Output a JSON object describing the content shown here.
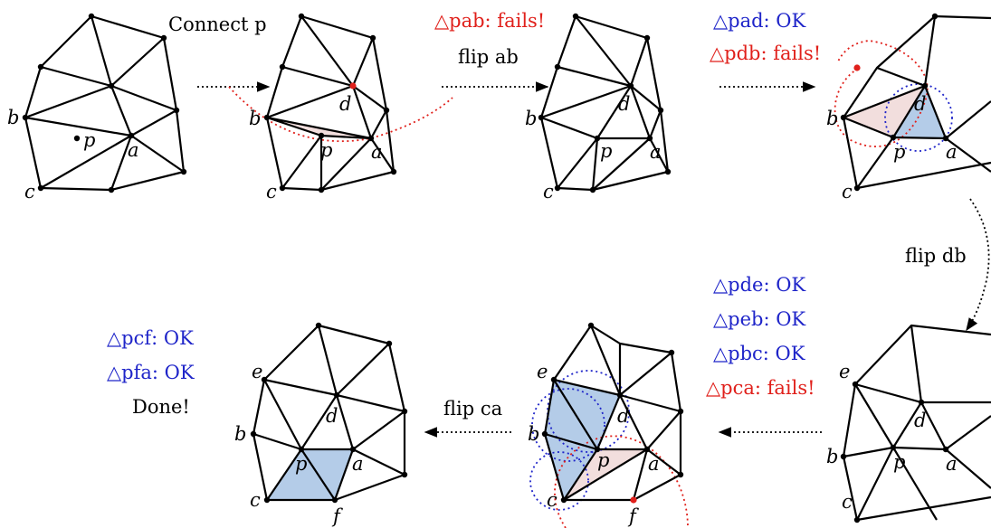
{
  "colors": {
    "ok": "#1f25c9",
    "fail": "#e0201b",
    "ok_fill": "#b4cce8",
    "fail_fill": "#f2dedd"
  },
  "step1": {
    "label": "Connect p"
  },
  "step2": {
    "line1": "△pab: fails!",
    "line2": "flip ab"
  },
  "step3": {
    "line1": "△pad: OK",
    "line2": "△pdb: fails!"
  },
  "step4": {
    "label": "flip db"
  },
  "step5": {
    "line1": "△pde: OK",
    "line2": "△peb: OK",
    "line3": "△pbc: OK",
    "line4": "△pca: fails!"
  },
  "step6": {
    "label": "flip ca"
  },
  "step7": {
    "line1": "△pcf: OK",
    "line2": "△pfa: OK",
    "line3": "Done!"
  },
  "vertex_labels": {
    "a": "a",
    "b": "b",
    "c": "c",
    "d": "d",
    "e": "e",
    "f": "f",
    "p": "p"
  }
}
